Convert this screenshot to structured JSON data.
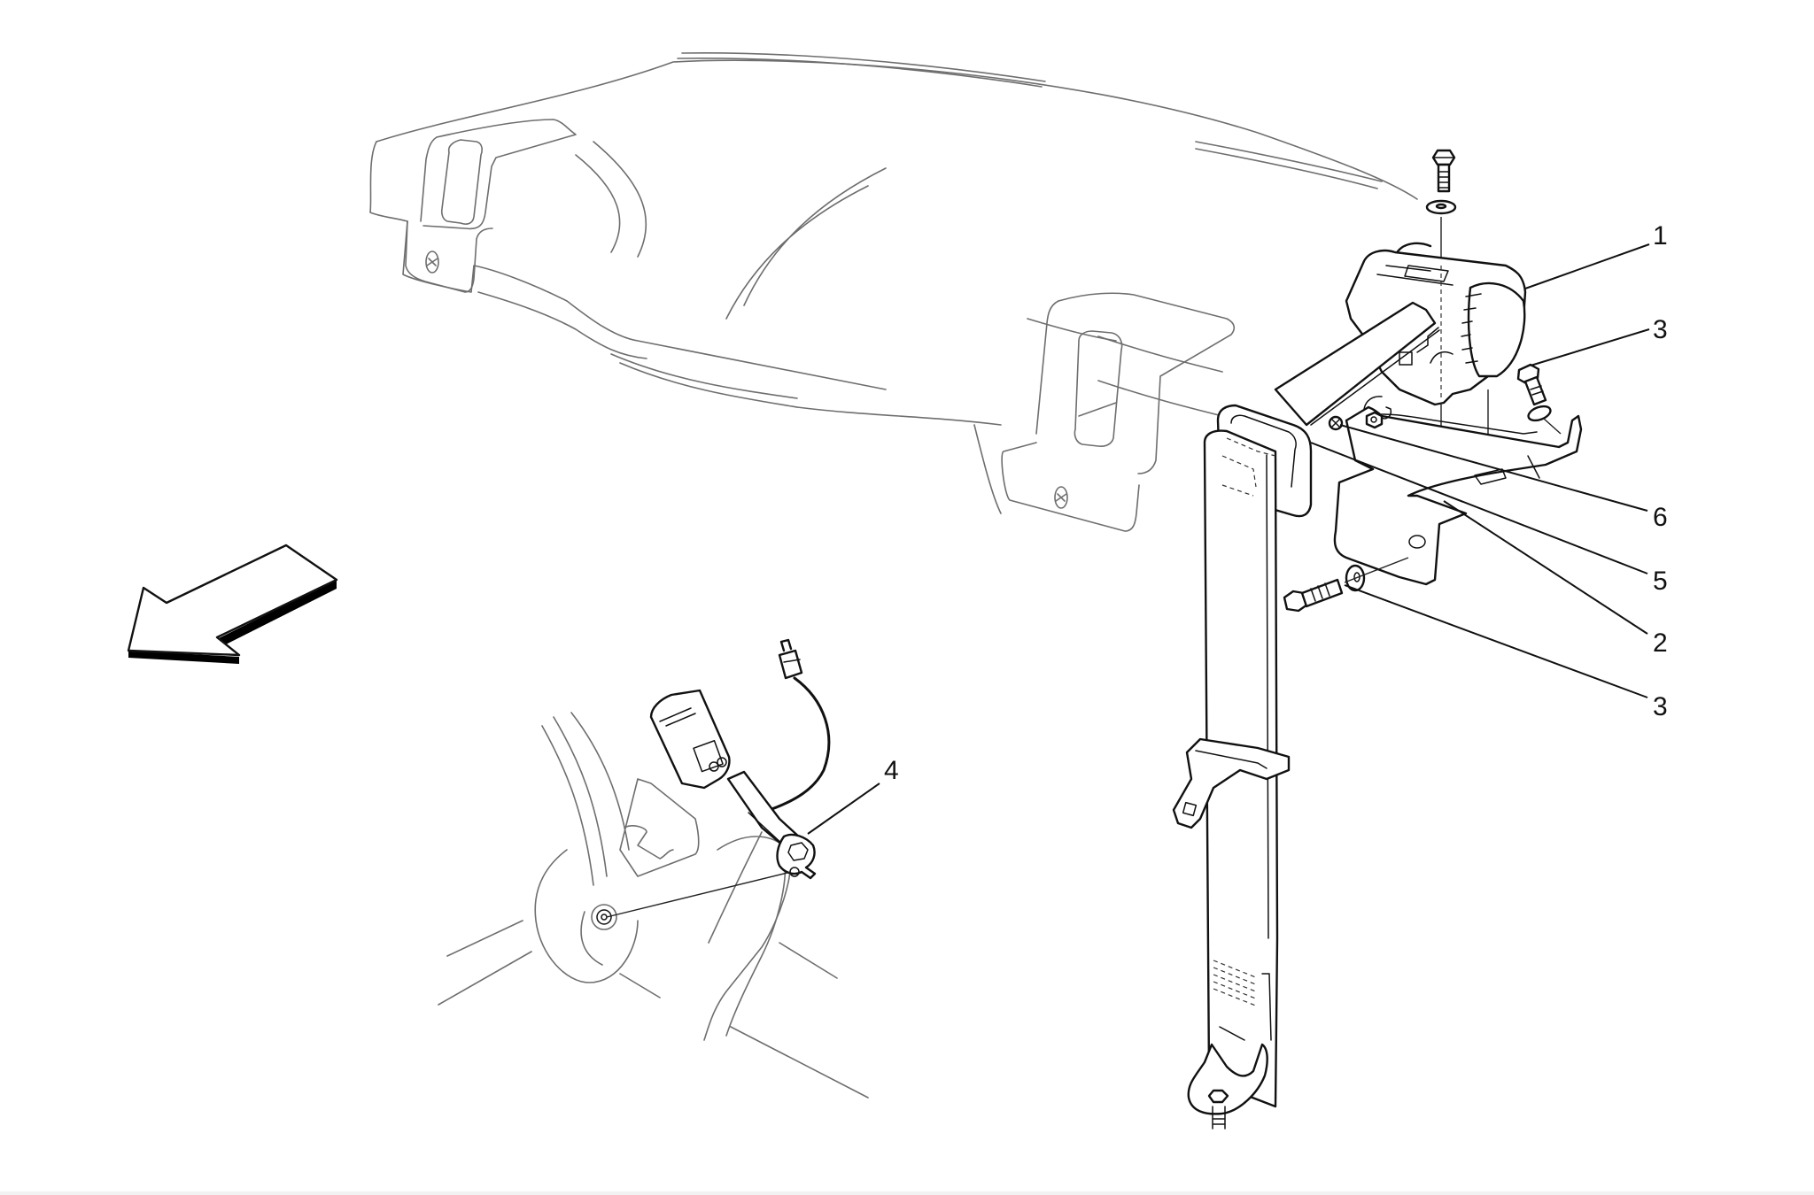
{
  "diagram": {
    "type": "exploded-parts-view",
    "subject": "rear seat belt assembly",
    "background_color": "#ffffff",
    "line_color": "#111111",
    "ghost_line_color": "#6e6e6e",
    "callouts": [
      {
        "id": "c1",
        "label": "1",
        "part": "seat belt retractor"
      },
      {
        "id": "c3a",
        "label": "3",
        "part": "bolt (retractor bracket)"
      },
      {
        "id": "c6",
        "label": "6",
        "part": "screw"
      },
      {
        "id": "c5",
        "label": "5",
        "part": "belt guide loop"
      },
      {
        "id": "c2",
        "label": "2",
        "part": "mounting bracket"
      },
      {
        "id": "c3b",
        "label": "3",
        "part": "bolt with washer"
      },
      {
        "id": "c4",
        "label": "4",
        "part": "seat belt buckle with wiring"
      }
    ],
    "direction_arrow": {
      "meaning": "vehicle front direction",
      "icon": "arrow-down-left-icon"
    }
  }
}
